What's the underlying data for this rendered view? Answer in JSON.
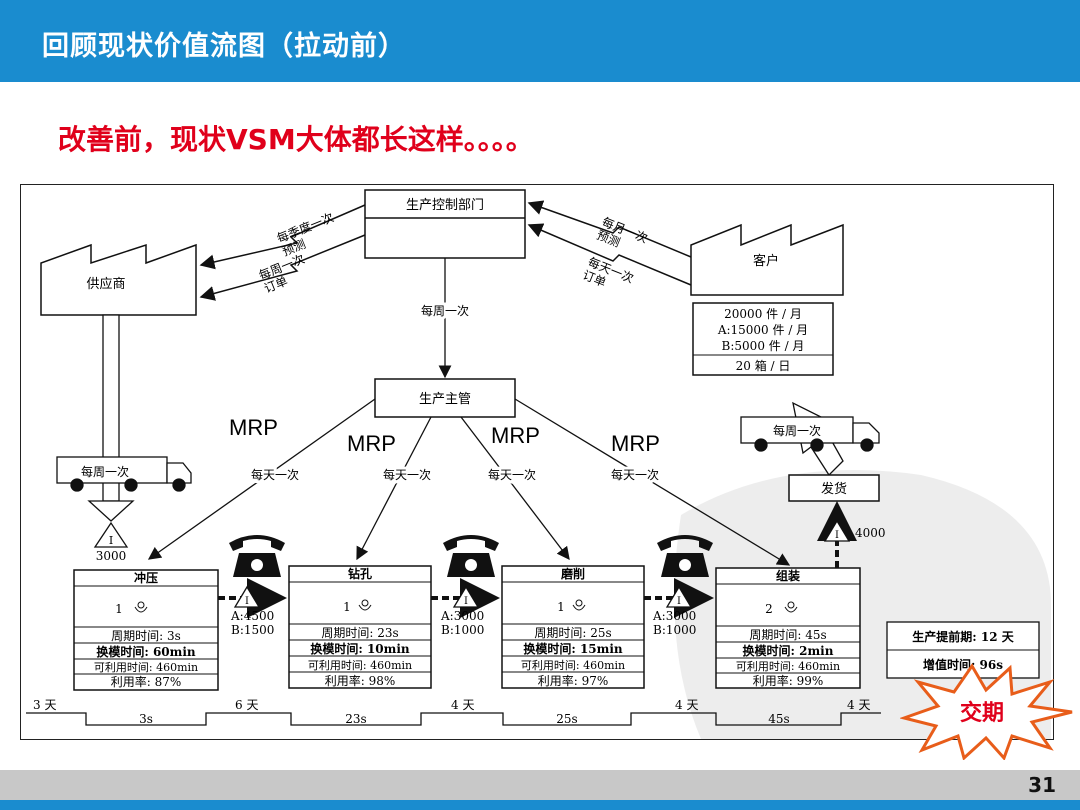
{
  "header": {
    "title": "回顾现状价值流图（拉动前）"
  },
  "subtitle": "改善前，现状VSM大体都长这样。。。。",
  "colors": {
    "header": "#1a8ccf",
    "subtitle": "#e0001b",
    "starburst_fill": "#ffffff",
    "starburst_stroke": "#e85d1a",
    "starburst_text": "#e0001b"
  },
  "diagram": {
    "control_dept": "生产控制部门",
    "supplier": "供应商",
    "customer": "客户",
    "supplier_forecast": "每季度一次\n预测",
    "supplier_order": "每周一次\n订单",
    "customer_forecast": "每月一次\n预测",
    "customer_order": "每天一次\n订单",
    "weekly_to_supervisor": "每周一次",
    "supervisor": "生产主管",
    "mrp": [
      "MRP",
      "MRP",
      "MRP",
      "MRP"
    ],
    "daily": [
      "每天一次",
      "每天一次",
      "每天一次",
      "每天一次"
    ],
    "supplier_truck": "每周一次",
    "customer_truck": "每周一次",
    "demand": [
      "20000 件 / 月",
      "A:15000 件 / 月",
      "B:5000 件 / 月",
      "20 箱 / 日"
    ],
    "shipping": "发货",
    "shipping_inventory": "4000",
    "raw_inventory": "3000",
    "inventory_symbol": "I",
    "processes": [
      {
        "name": "冲压",
        "ops": "1",
        "cycle": "周期时间: 3s",
        "changeover": "换模时间: 60min",
        "uptime": "可利用时间: 460min",
        "util": "利用率: 87%"
      },
      {
        "name": "钻孔",
        "ops": "1",
        "cycle": "周期时间: 23s",
        "changeover": "换模时间: 10min",
        "uptime": "可利用时间: 460min",
        "util": "利用率: 98%"
      },
      {
        "name": "磨削",
        "ops": "1",
        "cycle": "周期时间: 25s",
        "changeover": "换模时间: 15min",
        "uptime": "可利用时间: 460min",
        "util": "利用率: 97%"
      },
      {
        "name": "组装",
        "ops": "2",
        "cycle": "周期时间: 45s",
        "changeover": "换模时间: 2min",
        "uptime": "可利用时间: 460min",
        "util": "利用率: 99%"
      }
    ],
    "between_inventory": [
      {
        "a": "A:4500",
        "b": "B:1500"
      },
      {
        "a": "A:3000",
        "b": "B:1000"
      },
      {
        "a": "A:3000",
        "b": "B:1000"
      }
    ],
    "timeline_days": [
      "3 天",
      "6 天",
      "4 天",
      "4 天",
      "4 天"
    ],
    "timeline_times": [
      "3s",
      "23s",
      "25s",
      "45s"
    ],
    "lead_time": "生产提前期: 12 天",
    "value_added": "增值时间: 96s"
  },
  "starburst_label": "交期",
  "page_number": "31"
}
